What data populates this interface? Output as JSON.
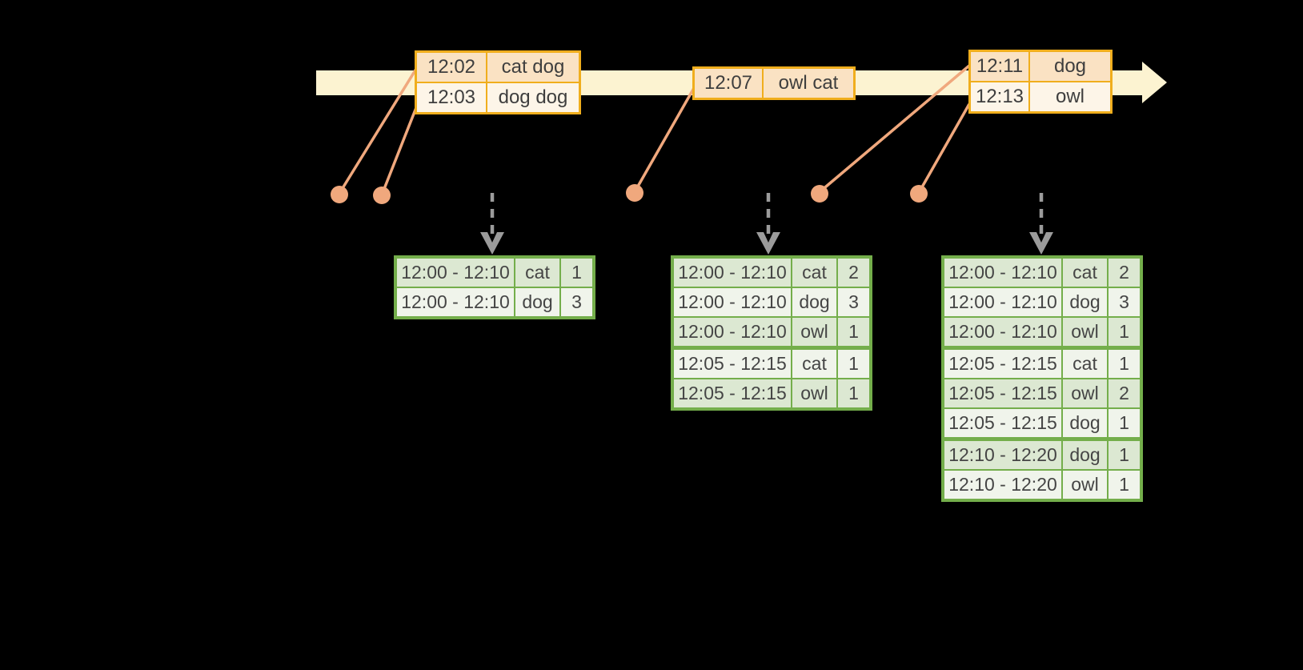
{
  "colors": {
    "amber": "#F0AE1D",
    "peach": "#FAE2C3",
    "cream": "#FDF5E8",
    "band": "#FCF3D1",
    "salmon": "#F0A87D",
    "green": "#74AE4B",
    "sage": "#DCE8D2",
    "mint": "#F0F4EB",
    "gray": "#9B9B9B",
    "ink": "#3E3E3E",
    "background": "#000000"
  },
  "icons": {
    "timeline_arrowhead": "right-arrow",
    "event_marker": "dot",
    "trigger_arrow": "dashed-down-arrow"
  },
  "event_tables": [
    {
      "rows": [
        [
          "12:02",
          "cat dog"
        ],
        [
          "12:03",
          "dog dog"
        ]
      ]
    },
    {
      "rows": [
        [
          "12:07",
          "owl cat"
        ]
      ]
    },
    {
      "rows": [
        [
          "12:11",
          "dog"
        ],
        [
          "12:13",
          "owl"
        ]
      ]
    }
  ],
  "result_tables": [
    {
      "group_breaks": [],
      "rows": [
        [
          "12:00 - 12:10",
          "cat",
          "1"
        ],
        [
          "12:00 - 12:10",
          "dog",
          "3"
        ]
      ]
    },
    {
      "group_breaks": [
        3
      ],
      "rows": [
        [
          "12:00 - 12:10",
          "cat",
          "2"
        ],
        [
          "12:00 - 12:10",
          "dog",
          "3"
        ],
        [
          "12:00 - 12:10",
          "owl",
          "1"
        ],
        [
          "12:05 - 12:15",
          "cat",
          "1"
        ],
        [
          "12:05 - 12:15",
          "owl",
          "1"
        ]
      ]
    },
    {
      "group_breaks": [
        3,
        6
      ],
      "rows": [
        [
          "12:00 - 12:10",
          "cat",
          "2"
        ],
        [
          "12:00 - 12:10",
          "dog",
          "3"
        ],
        [
          "12:00 - 12:10",
          "owl",
          "1"
        ],
        [
          "12:05 - 12:15",
          "cat",
          "1"
        ],
        [
          "12:05 - 12:15",
          "owl",
          "2"
        ],
        [
          "12:05 - 12:15",
          "dog",
          "1"
        ],
        [
          "12:10 - 12:20",
          "dog",
          "1"
        ],
        [
          "12:10 - 12:20",
          "owl",
          "1"
        ]
      ]
    }
  ]
}
